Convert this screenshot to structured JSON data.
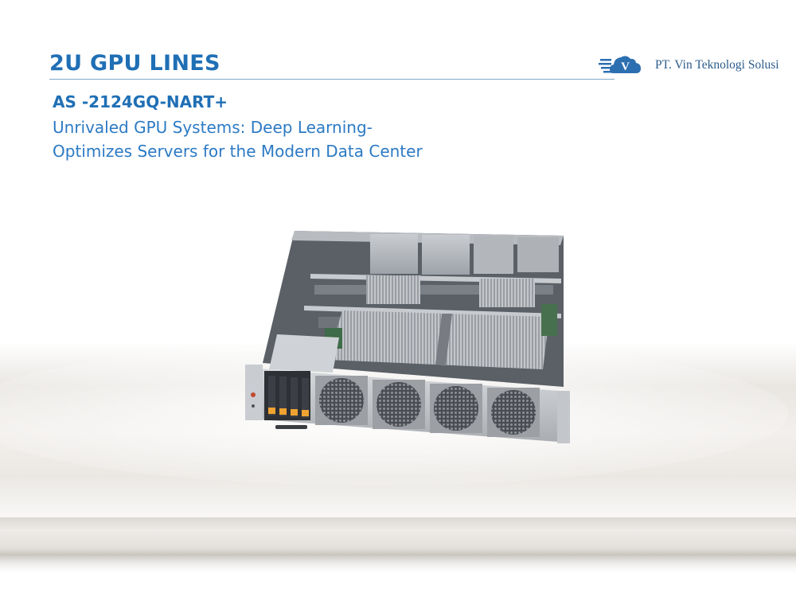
{
  "header": {
    "title": "2U GPU LINES",
    "brand": {
      "name": "PT. Vin Teknologi Solusi",
      "mark_letter": "V"
    }
  },
  "product": {
    "model": "AS -2124GQ-NART+",
    "tagline_line1": "Unrivaled GPU Systems: Deep Learning-",
    "tagline_line2": "Optimizes Servers for the Modern Data Center"
  },
  "colors": {
    "accent": "#1f6fb5",
    "text_blue": "#2c7ac4",
    "brand_navy": "#2c5b8c",
    "background": "#ffffff"
  }
}
